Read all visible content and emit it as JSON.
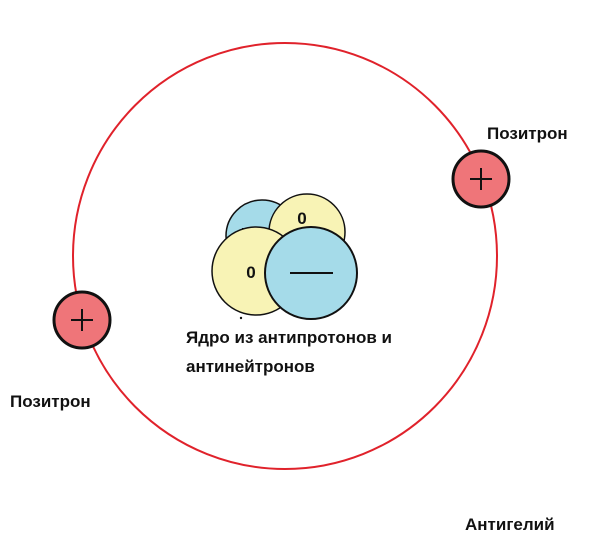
{
  "title": "Антигелий",
  "positron_right": {
    "label": "Позитрон",
    "symbol": "+"
  },
  "positron_left": {
    "label": "Позитрон",
    "symbol": "+"
  },
  "nucleus": {
    "caption_line1": "Ядро из антипротонов и",
    "caption_line2": "антинейтронов",
    "antineutron_charge": "0",
    "antiproton_charge": "—"
  },
  "colors": {
    "orbit": "#e0222b",
    "positron_fill": "#ef7579",
    "antiproton_fill": "#a5dbe9",
    "antineutron_fill": "#f8f3b5",
    "outline": "#111111"
  }
}
